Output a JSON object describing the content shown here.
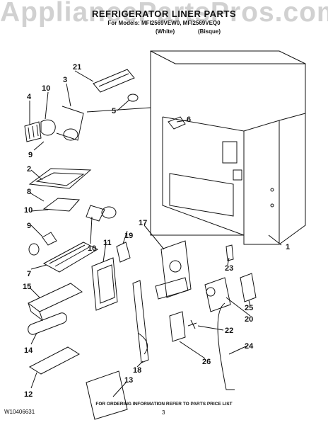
{
  "watermark": "AppliancePartsPros.com",
  "header": {
    "title": "REFRIGERATOR LINER PARTS",
    "for_models": "For Models: MFI2569VEW0, MFI2569VEQ0",
    "color_white": "(White)",
    "color_bisque": "(Bisque)"
  },
  "callouts": [
    "21",
    "3",
    "10",
    "4",
    "5",
    "6",
    "9",
    "2",
    "8",
    "10",
    "9",
    "17",
    "19",
    "10",
    "11",
    "7",
    "15",
    "23",
    "1",
    "22",
    "25",
    "20",
    "14",
    "24",
    "26",
    "18",
    "13",
    "12"
  ],
  "footer": {
    "order_info": "FOR ORDERING INFORMATION REFER TO PARTS PRICE LIST",
    "doc_number": "W10406631",
    "page_number": "3"
  }
}
